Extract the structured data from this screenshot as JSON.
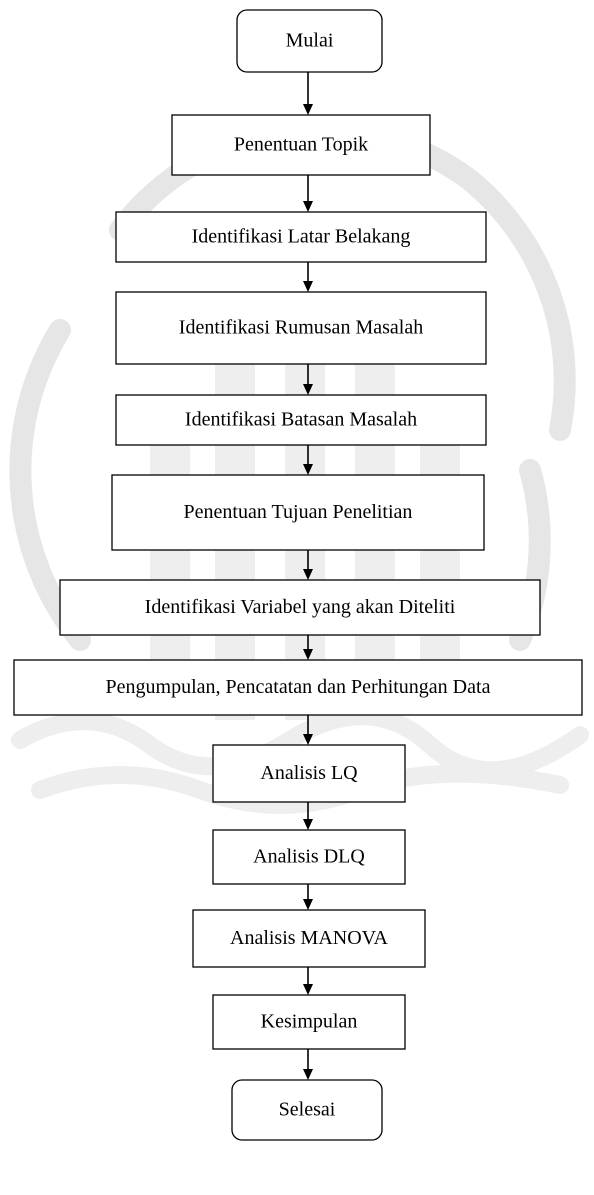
{
  "diagram": {
    "type": "flowchart",
    "direction": "top-to-bottom",
    "watermark_color": "#e6e6e6",
    "nodes": [
      {
        "id": "mulai",
        "shape": "rounded",
        "label": "Mulai"
      },
      {
        "id": "penentuan-topik",
        "shape": "rect",
        "label": "Penentuan Topik"
      },
      {
        "id": "identifikasi-latar-belakang",
        "shape": "rect",
        "label": "Identifikasi Latar Belakang"
      },
      {
        "id": "identifikasi-rumusan-masalah",
        "shape": "rect",
        "label": "Identifikasi Rumusan Masalah"
      },
      {
        "id": "identifikasi-batasan-masalah",
        "shape": "rect",
        "label": "Identifikasi Batasan Masalah"
      },
      {
        "id": "penentuan-tujuan-penelitian",
        "shape": "rect",
        "label": "Penentuan Tujuan Penelitian"
      },
      {
        "id": "identifikasi-variabel",
        "shape": "rect",
        "label": "Identifikasi Variabel yang akan Diteliti"
      },
      {
        "id": "pengumpulan-data",
        "shape": "rect",
        "label": "Pengumpulan, Pencatatan dan Perhitungan Data"
      },
      {
        "id": "analisis-lq",
        "shape": "rect",
        "label": "Analisis LQ"
      },
      {
        "id": "analisis-dlq",
        "shape": "rect",
        "label": "Analisis DLQ"
      },
      {
        "id": "analisis-manova",
        "shape": "rect",
        "label": "Analisis MANOVA"
      },
      {
        "id": "kesimpulan",
        "shape": "rect",
        "label": "Kesimpulan"
      },
      {
        "id": "selesai",
        "shape": "rounded",
        "label": "Selesai"
      }
    ],
    "edges": [
      [
        "mulai",
        "penentuan-topik"
      ],
      [
        "penentuan-topik",
        "identifikasi-latar-belakang"
      ],
      [
        "identifikasi-latar-belakang",
        "identifikasi-rumusan-masalah"
      ],
      [
        "identifikasi-rumusan-masalah",
        "identifikasi-batasan-masalah"
      ],
      [
        "identifikasi-batasan-masalah",
        "penentuan-tujuan-penelitian"
      ],
      [
        "penentuan-tujuan-penelitian",
        "identifikasi-variabel"
      ],
      [
        "identifikasi-variabel",
        "pengumpulan-data"
      ],
      [
        "pengumpulan-data",
        "analisis-lq"
      ],
      [
        "analisis-lq",
        "analisis-dlq"
      ],
      [
        "analisis-dlq",
        "analisis-manova"
      ],
      [
        "analisis-manova",
        "kesimpulan"
      ],
      [
        "kesimpulan",
        "selesai"
      ]
    ]
  }
}
